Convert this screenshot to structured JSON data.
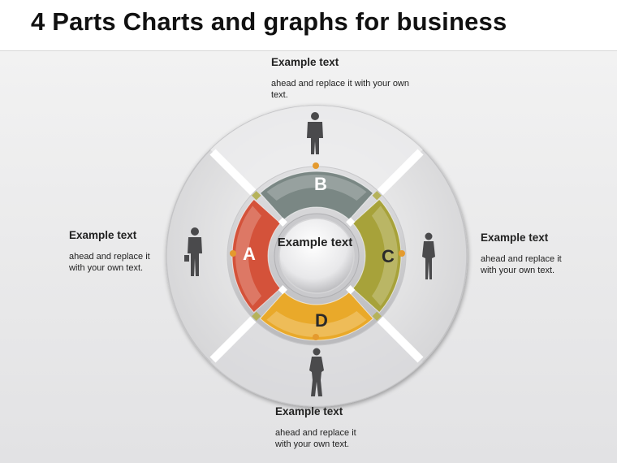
{
  "header": {
    "title": "4 Parts Charts and graphs for business"
  },
  "center": {
    "label": "Example text"
  },
  "segments": [
    {
      "letter": "B",
      "color": "#7a8784"
    },
    {
      "letter": "C",
      "color": "#a7a23a"
    },
    {
      "letter": "D",
      "color": "#e9a92a"
    },
    {
      "letter": "A",
      "color": "#d4523a"
    }
  ],
  "blocks": {
    "top": {
      "heading": "Example text",
      "body": "ahead and replace it with your own text."
    },
    "left": {
      "heading": "Example text",
      "body": "ahead and replace it with your own text."
    },
    "right": {
      "heading": "Example text",
      "body": "ahead and replace it with your own text."
    },
    "bottom": {
      "heading": "Example text",
      "body": "ahead and replace it with your own text."
    }
  },
  "icons": [
    "person-silhouette-icon"
  ]
}
